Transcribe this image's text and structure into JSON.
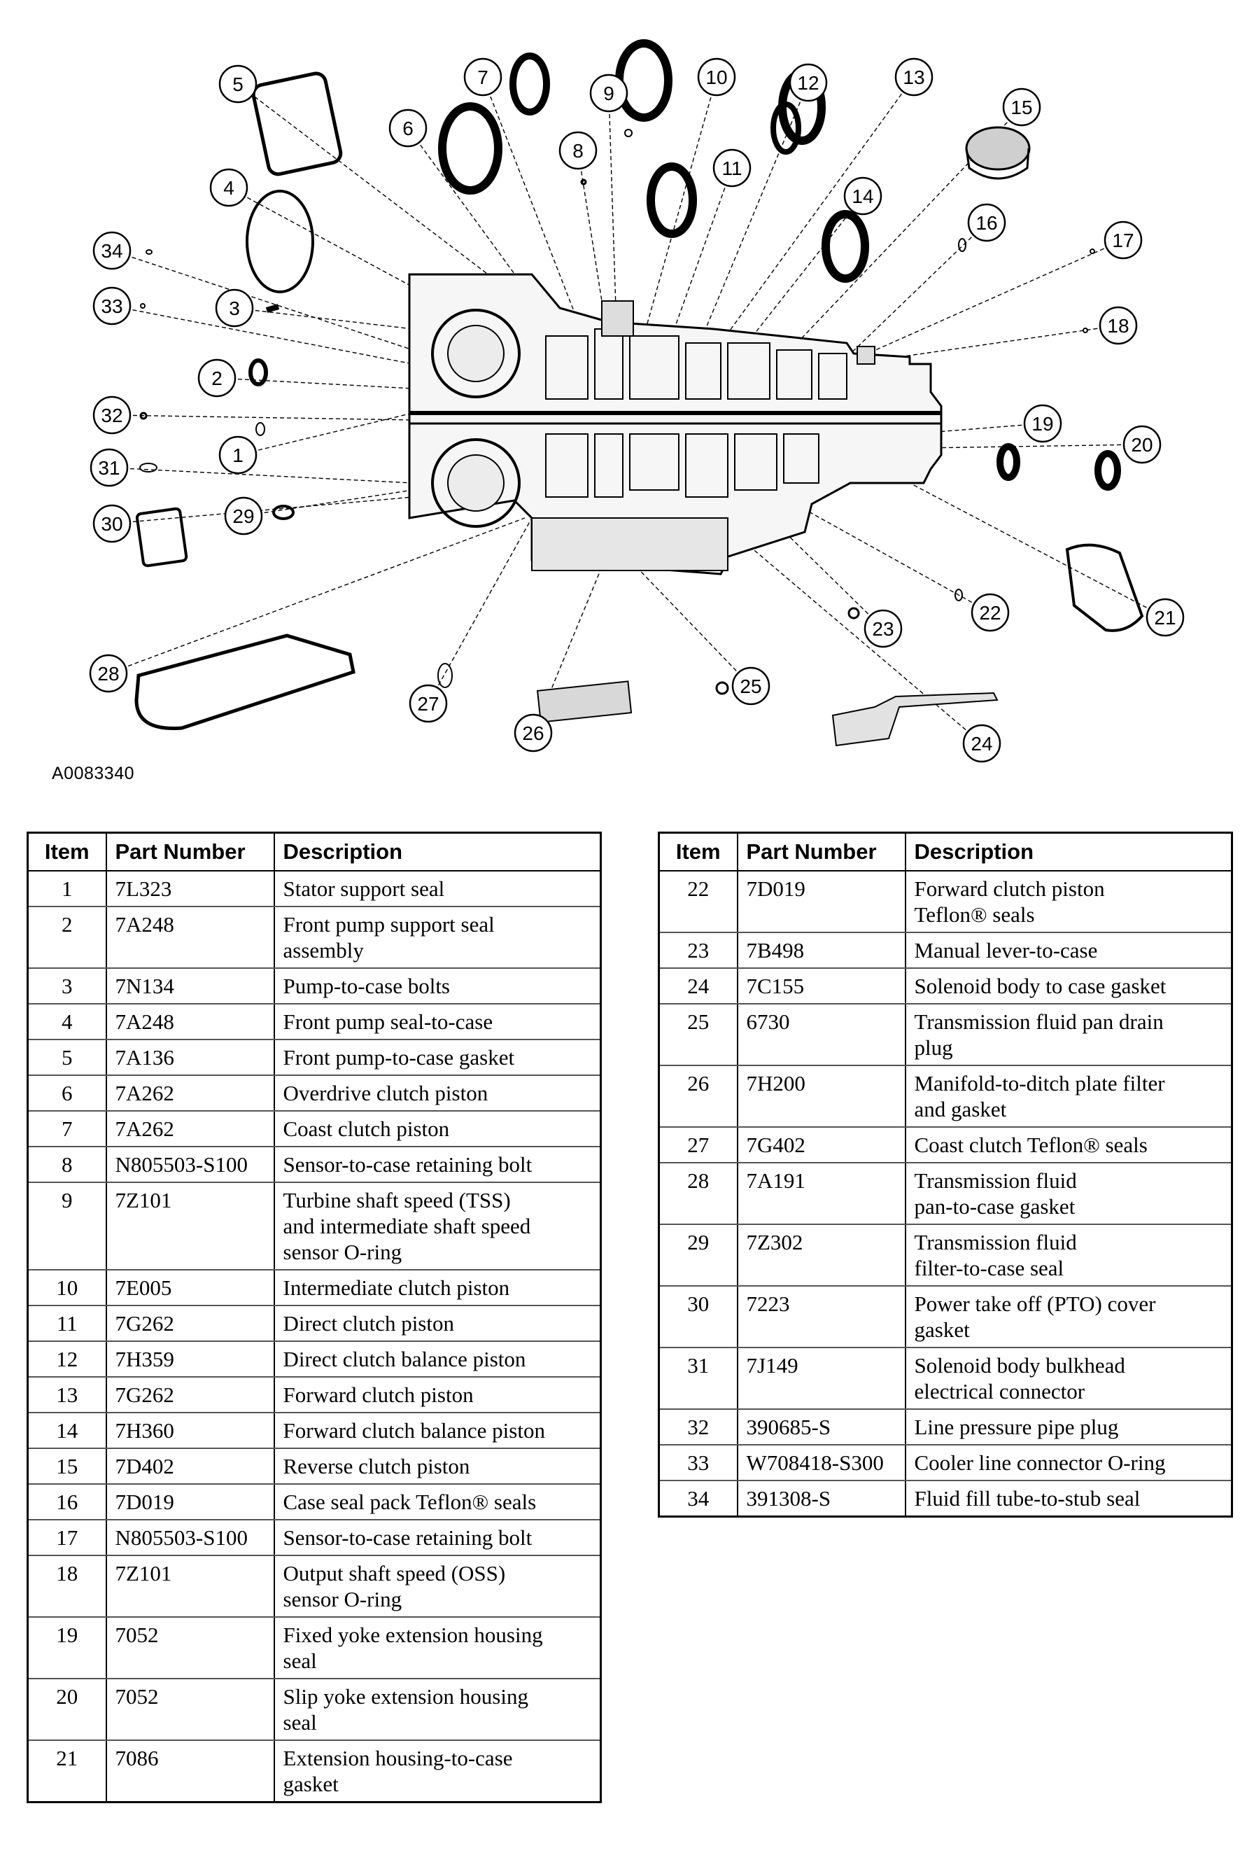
{
  "figure": {
    "id": "A0083340",
    "callouts": [
      "1",
      "2",
      "3",
      "4",
      "5",
      "6",
      "7",
      "8",
      "9",
      "10",
      "11",
      "12",
      "13",
      "14",
      "15",
      "16",
      "17",
      "18",
      "19",
      "20",
      "21",
      "22",
      "23",
      "24",
      "25",
      "26",
      "27",
      "28",
      "29",
      "30",
      "31",
      "32",
      "33",
      "34"
    ]
  },
  "table_headers": {
    "item": "Item",
    "part": "Part Number",
    "desc": "Description"
  },
  "table_left": [
    {
      "item": "1",
      "part": "7L323",
      "desc": [
        "Stator support seal"
      ]
    },
    {
      "item": "2",
      "part": "7A248",
      "desc": [
        "Front pump support seal",
        "assembly"
      ]
    },
    {
      "item": "3",
      "part": "7N134",
      "desc": [
        "Pump-to-case bolts"
      ]
    },
    {
      "item": "4",
      "part": "7A248",
      "desc": [
        "Front pump seal-to-case"
      ]
    },
    {
      "item": "5",
      "part": "7A136",
      "desc": [
        "Front pump-to-case gasket"
      ]
    },
    {
      "item": "6",
      "part": "7A262",
      "desc": [
        "Overdrive clutch piston"
      ]
    },
    {
      "item": "7",
      "part": "7A262",
      "desc": [
        "Coast clutch piston"
      ]
    },
    {
      "item": "8",
      "part": "N805503-S100",
      "desc": [
        "Sensor-to-case retaining bolt"
      ]
    },
    {
      "item": "9",
      "part": "7Z101",
      "desc": [
        "Turbine shaft speed (TSS)",
        "and intermediate shaft speed",
        "sensor O-ring"
      ]
    },
    {
      "item": "10",
      "part": "7E005",
      "desc": [
        "Intermediate clutch piston"
      ]
    },
    {
      "item": "11",
      "part": "7G262",
      "desc": [
        "Direct clutch piston"
      ]
    },
    {
      "item": "12",
      "part": "7H359",
      "desc": [
        "Direct clutch balance piston"
      ]
    },
    {
      "item": "13",
      "part": "7G262",
      "desc": [
        "Forward clutch piston"
      ]
    },
    {
      "item": "14",
      "part": "7H360",
      "desc": [
        "Forward clutch balance piston"
      ]
    },
    {
      "item": "15",
      "part": "7D402",
      "desc": [
        "Reverse clutch piston"
      ]
    },
    {
      "item": "16",
      "part": "7D019",
      "desc": [
        "Case seal pack Teflon® seals"
      ]
    },
    {
      "item": "17",
      "part": "N805503-S100",
      "desc": [
        "Sensor-to-case retaining bolt"
      ]
    },
    {
      "item": "18",
      "part": "7Z101",
      "desc": [
        "Output shaft speed (OSS)",
        "sensor O-ring"
      ]
    },
    {
      "item": "19",
      "part": "7052",
      "desc": [
        "Fixed yoke extension housing",
        "seal"
      ]
    },
    {
      "item": "20",
      "part": "7052",
      "desc": [
        "Slip yoke extension housing",
        "seal"
      ]
    },
    {
      "item": "21",
      "part": "7086",
      "desc": [
        "Extension housing-to-case",
        "gasket"
      ]
    }
  ],
  "table_right": [
    {
      "item": "22",
      "part": "7D019",
      "desc": [
        "Forward clutch piston",
        "Teflon® seals"
      ]
    },
    {
      "item": "23",
      "part": "7B498",
      "desc": [
        "Manual lever-to-case"
      ]
    },
    {
      "item": "24",
      "part": "7C155",
      "desc": [
        "Solenoid body to case gasket"
      ]
    },
    {
      "item": "25",
      "part": "6730",
      "desc": [
        "Transmission fluid pan drain",
        "plug"
      ]
    },
    {
      "item": "26",
      "part": "7H200",
      "desc": [
        "Manifold-to-ditch plate filter",
        "and gasket"
      ]
    },
    {
      "item": "27",
      "part": "7G402",
      "desc": [
        "Coast clutch Teflon® seals"
      ]
    },
    {
      "item": "28",
      "part": "7A191",
      "desc": [
        "Transmission fluid",
        "pan-to-case gasket"
      ]
    },
    {
      "item": "29",
      "part": "7Z302",
      "desc": [
        "Transmission fluid",
        "filter-to-case seal"
      ]
    },
    {
      "item": "30",
      "part": "7223",
      "desc": [
        "Power take off (PTO) cover",
        "gasket"
      ]
    },
    {
      "item": "31",
      "part": "7J149",
      "desc": [
        "Solenoid body bulkhead",
        "electrical connector"
      ]
    },
    {
      "item": "32",
      "part": "390685-S",
      "desc": [
        "Line pressure pipe plug"
      ]
    },
    {
      "item": "33",
      "part": "W708418-S300",
      "desc": [
        "Cooler line connector O-ring"
      ]
    },
    {
      "item": "34",
      "part": "391308-S",
      "desc": [
        "Fluid fill tube-to-stub seal"
      ]
    }
  ]
}
